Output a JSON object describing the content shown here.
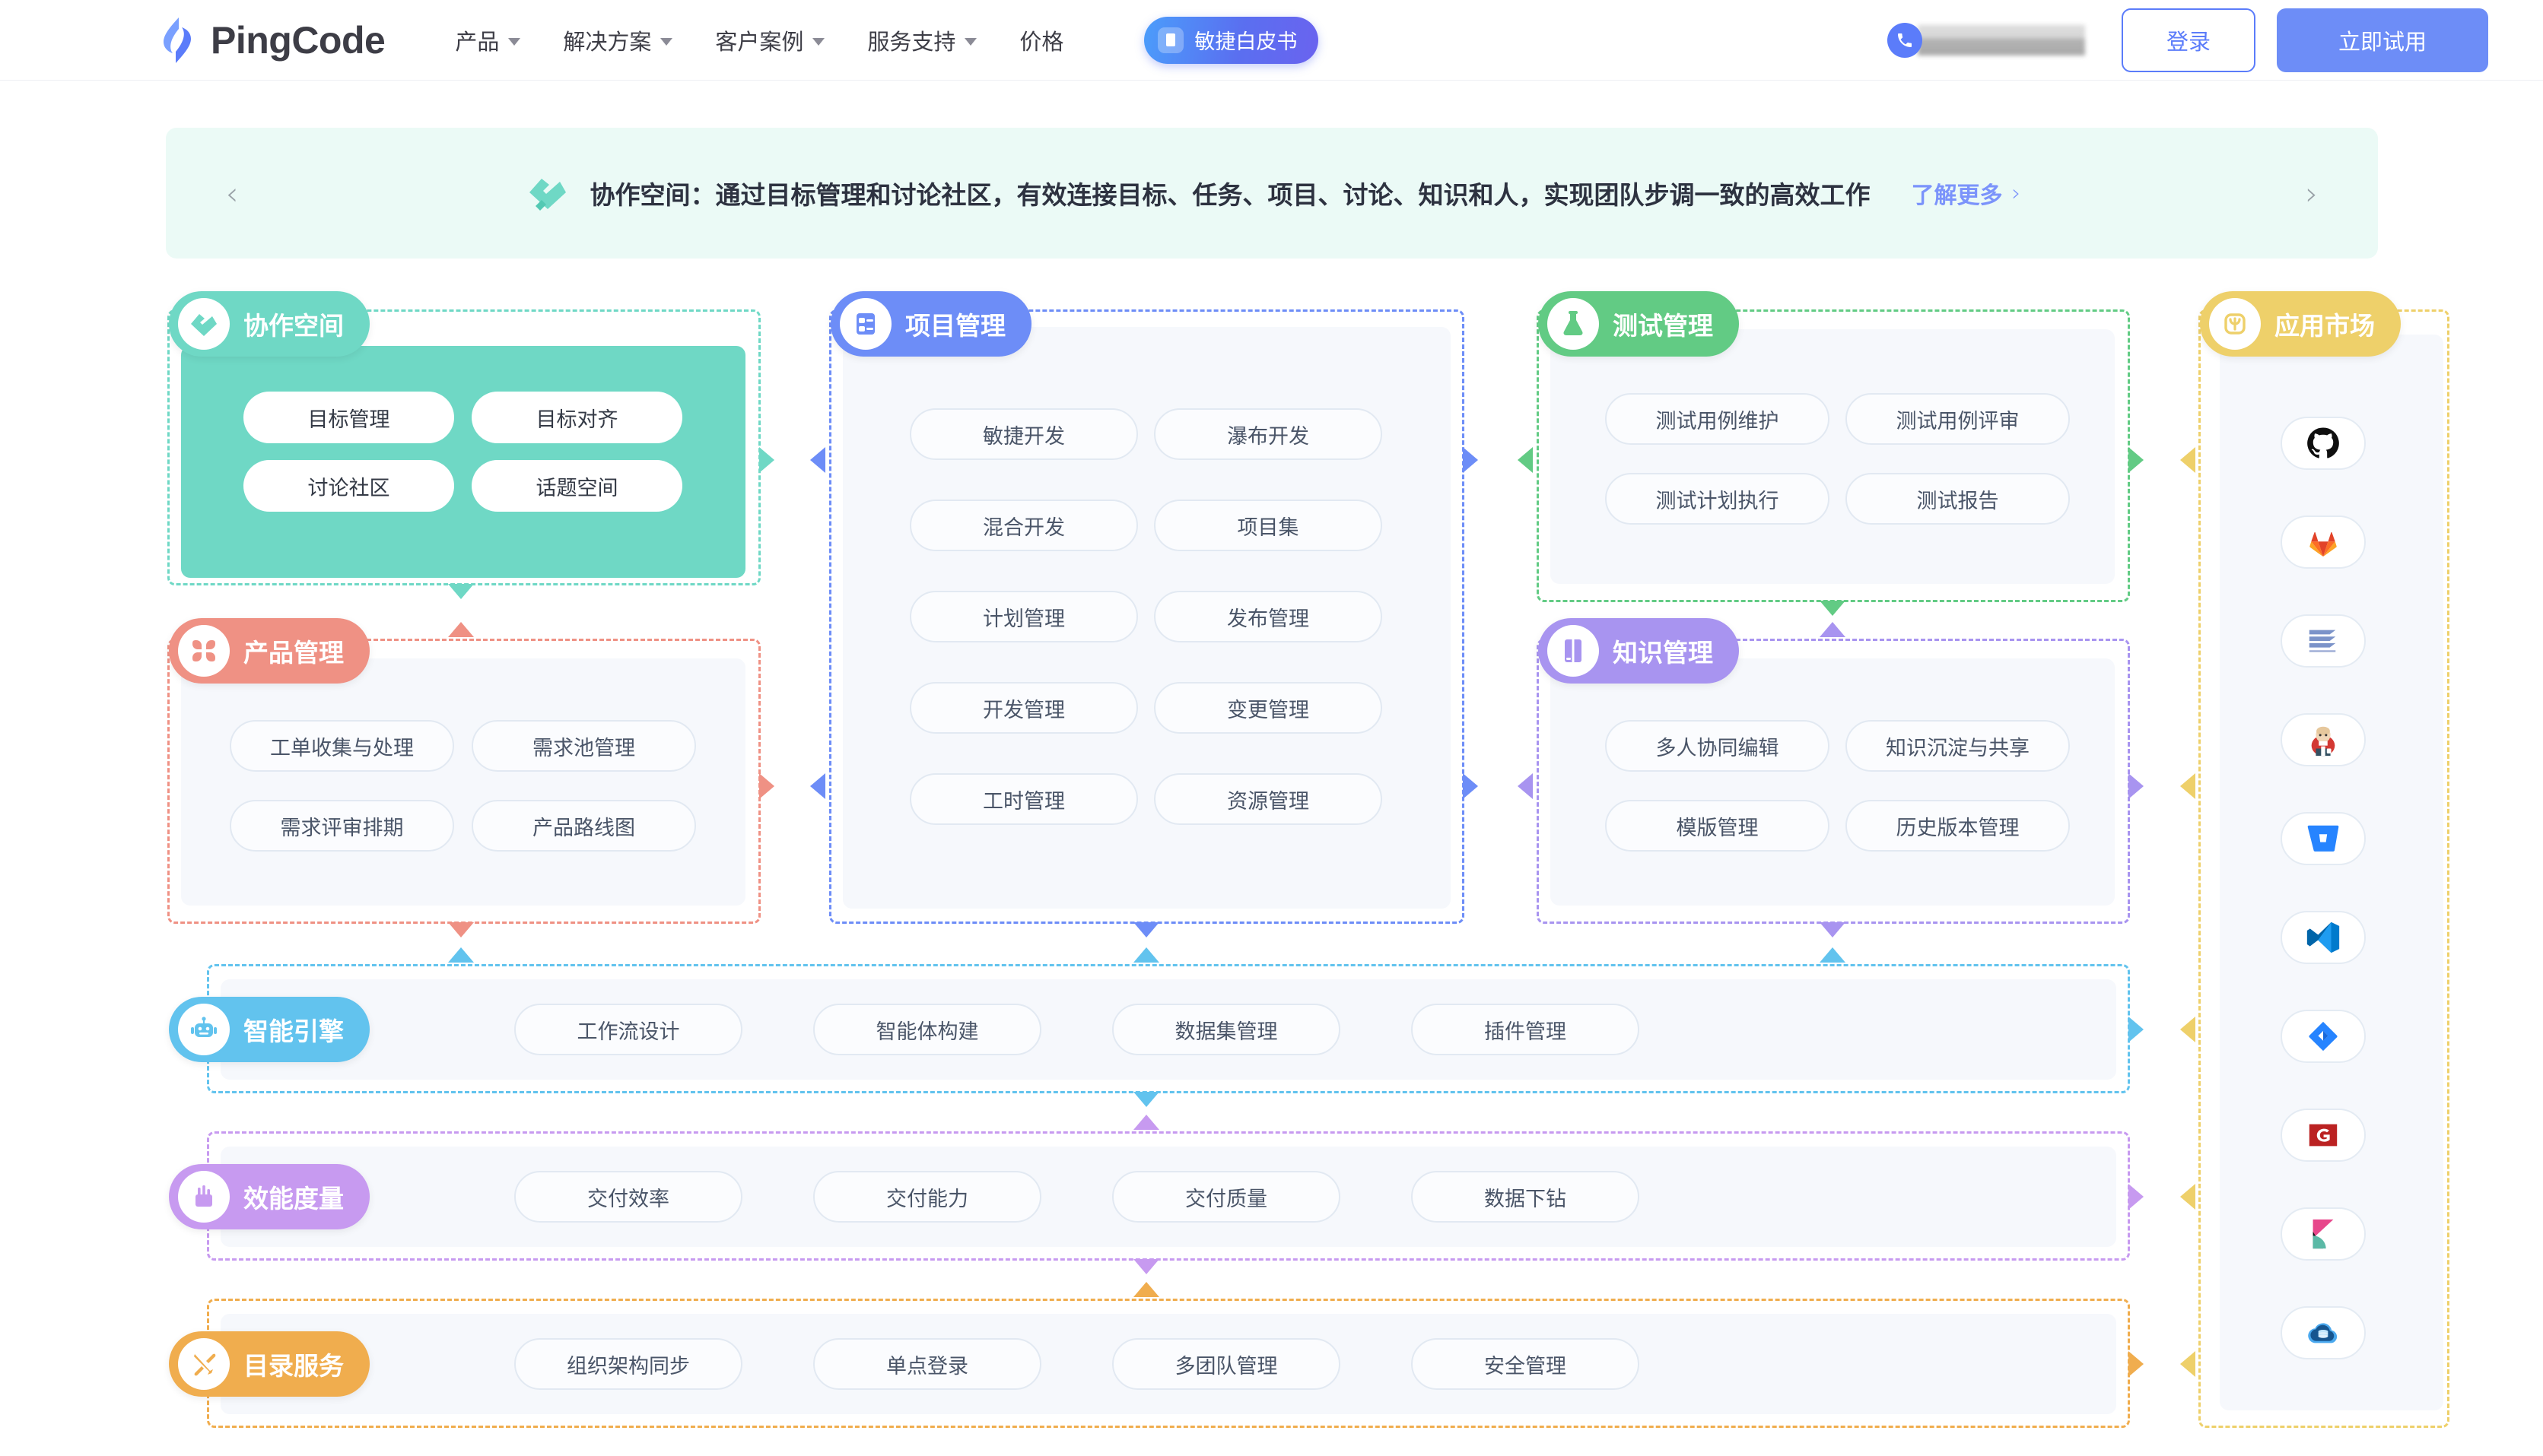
{
  "header": {
    "brand": "PingCode",
    "nav": [
      {
        "label": "产品",
        "caret": "chevron-down-icon"
      },
      {
        "label": "解决方案",
        "caret": "chevron-down-icon"
      },
      {
        "label": "客户案例",
        "caret": "chevron-down-icon"
      },
      {
        "label": "服务支持",
        "caret": "chevron-down-icon"
      },
      {
        "label": "价格",
        "caret": ""
      }
    ],
    "whitepaper_label": "敏捷白皮书",
    "phone_masked": "",
    "login_label": "登录",
    "trial_label": "立即试用"
  },
  "banner": {
    "prev_icon": "‹",
    "next_icon": "›",
    "icon": "handshake-icon",
    "text": "协作空间：通过目标管理和讨论社区，有效连接目标、任务、项目、讨论、知识和人，实现团队步调一致的高效工作",
    "more_label": "了解更多",
    "more_caret": "›"
  },
  "colors": {
    "collab": "#6fd8c5",
    "product": "#ef9184",
    "project": "#6d8df7",
    "test": "#62cb84",
    "knowledge": "#a894f0",
    "appmarket": "#eed06a",
    "engine": "#62c3ee",
    "metrics": "#c79af0",
    "directory": "#f0ad4e",
    "banner_bg": "#ebfaf6",
    "accent": "#5b7cfa"
  },
  "groups": {
    "collab": {
      "title": "协作空间",
      "icon": "handshake-icon",
      "items": [
        "目标管理",
        "目标对齐",
        "讨论社区",
        "话题空间"
      ]
    },
    "product": {
      "title": "产品管理",
      "icon": "clover-icon",
      "items": [
        "工单收集与处理",
        "需求池管理",
        "需求评审排期",
        "产品路线图"
      ]
    },
    "project": {
      "title": "项目管理",
      "icon": "checklist-icon",
      "items": [
        "敏捷开发",
        "瀑布开发",
        "混合开发",
        "项目集",
        "计划管理",
        "发布管理",
        "开发管理",
        "变更管理",
        "工时管理",
        "资源管理"
      ]
    },
    "test": {
      "title": "测试管理",
      "icon": "flask-icon",
      "items": [
        "测试用例维护",
        "测试用例评审",
        "测试计划执行",
        "测试报告"
      ]
    },
    "knowledge": {
      "title": "知识管理",
      "icon": "book-icon",
      "items": [
        "多人协同编辑",
        "知识沉淀与共享",
        "模版管理",
        "历史版本管理"
      ]
    },
    "engine": {
      "title": "智能引擎",
      "icon": "robot-icon",
      "items": [
        "工作流设计",
        "智能体构建",
        "数据集管理",
        "插件管理"
      ]
    },
    "metrics": {
      "title": "效能度量",
      "icon": "chart-bar-icon",
      "items": [
        "交付效率",
        "交付能力",
        "交付质量",
        "数据下钻"
      ]
    },
    "directory": {
      "title": "目录服务",
      "icon": "tools-icon",
      "items": [
        "组织架构同步",
        "单点登录",
        "多团队管理",
        "安全管理"
      ]
    },
    "appmarket": {
      "title": "应用市场",
      "icon": "plug-icon",
      "apps": [
        "github-icon",
        "gitlab-icon",
        "subversion-icon",
        "jenkins-icon",
        "bitbucket-icon",
        "vscode-icon",
        "jira-icon",
        "gitee-icon",
        "kibana-icon",
        "cloud-database-icon"
      ]
    }
  }
}
